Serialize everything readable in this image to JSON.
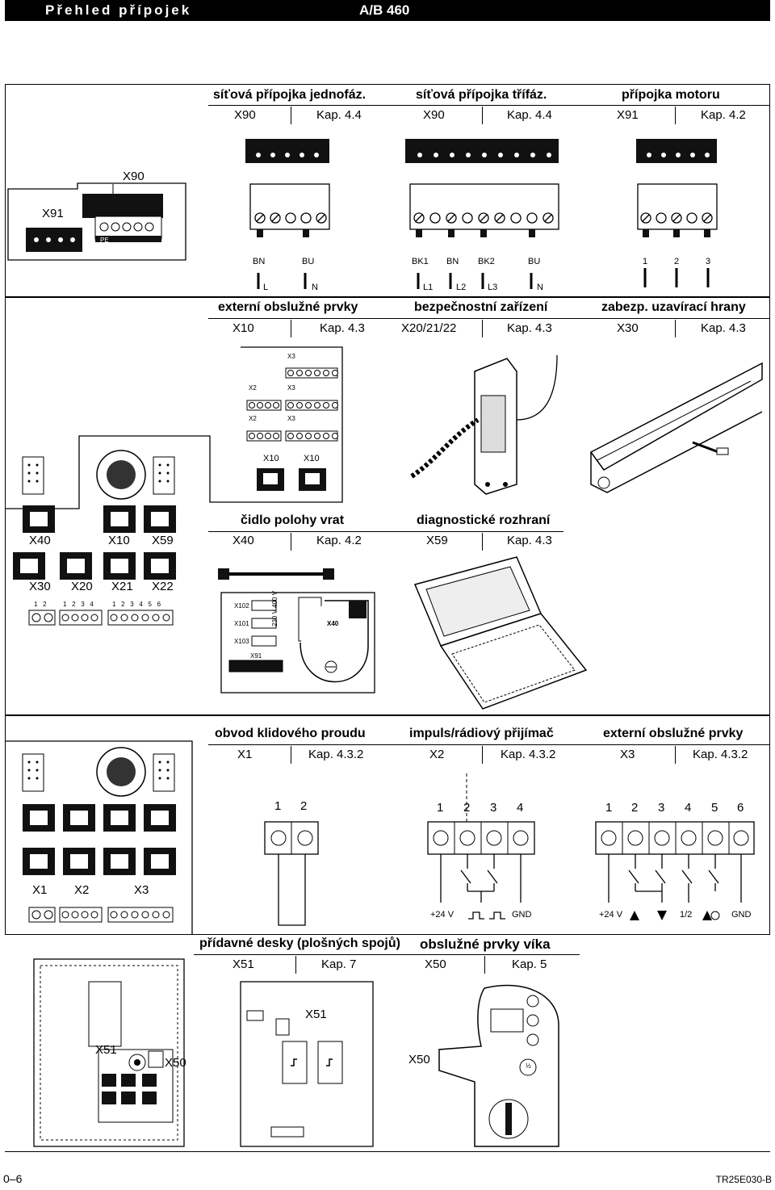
{
  "header": {
    "title": "Přehled přípojek",
    "code": "A/B 460"
  },
  "sec1": {
    "cols": [
      {
        "title": "síťová přípojka jednofáz.",
        "conn": "X90",
        "ref": "Kap. 4.4"
      },
      {
        "title": "síťová přípojka třífáz.",
        "conn": "X90",
        "ref": "Kap. 4.4"
      },
      {
        "title": "přípojka motoru",
        "conn": "X91",
        "ref": "Kap. 4.2"
      }
    ],
    "board_labels": {
      "x90": "X90",
      "x91": "X91",
      "pe": "PE"
    },
    "wires1": [
      "BN",
      "BU"
    ],
    "phases1": [
      "L",
      "N"
    ],
    "wires3": [
      "BK1",
      "BN",
      "BK2",
      "BU"
    ],
    "phases3": [
      "L1",
      "L2",
      "L3",
      "N"
    ],
    "motor_pins": [
      "1",
      "2",
      "3"
    ]
  },
  "sec2": {
    "cols": [
      {
        "title": "externí obslužné prvky",
        "conn": "X10",
        "ref": "Kap. 4.3"
      },
      {
        "title": "bezpečnostní zařízení",
        "conn": "X20/21/22",
        "ref": "Kap. 4.3"
      },
      {
        "title": "zabezp. uzavírací hrany",
        "conn": "X30",
        "ref": "Kap. 4.3"
      }
    ],
    "term_labels": {
      "x3": "X3",
      "x2": "X2",
      "x10": "X10"
    },
    "pins4": [
      "1",
      "2",
      "3",
      "4"
    ],
    "pins6": [
      "1",
      "2",
      "3",
      "4",
      "5",
      "6"
    ]
  },
  "sec3": {
    "cols": [
      {
        "title": "čidlo polohy vrat",
        "conn": "X40",
        "ref": "Kap. 4.2"
      },
      {
        "title": "diagnostické rozhraní",
        "conn": "X59",
        "ref": "Kap. 4.3"
      }
    ],
    "board": {
      "x40": "X40",
      "x10": "X10",
      "x59": "X59",
      "x30": "X30",
      "x20": "X20",
      "x21": "X21",
      "x22": "X22"
    },
    "pcb": {
      "x102": "X102",
      "x101": "X101",
      "x103": "X103",
      "x91": "X91",
      "voltage": "230 V 400 V",
      "x40": "X40"
    }
  },
  "sec4": {
    "cols": [
      {
        "title": "obvod klidového proudu",
        "conn": "X1",
        "ref": "Kap. 4.3.2"
      },
      {
        "title": "impuls/rádiový přijímač",
        "conn": "X2",
        "ref": "Kap. 4.3.2"
      },
      {
        "title": "externí obslužné prvky",
        "conn": "X3",
        "ref": "Kap. 4.3.2"
      }
    ],
    "board": {
      "x1": "X1",
      "x2": "X2",
      "x3": "X3"
    },
    "x1_pins": [
      "1",
      "2"
    ],
    "x2_pins": [
      "1",
      "2",
      "3",
      "4"
    ],
    "x3_pins": [
      "1",
      "2",
      "3",
      "4",
      "5",
      "6"
    ],
    "x2_bottom": {
      "v24": "+24 V",
      "gnd": "GND"
    },
    "x3_bottom": {
      "v24": "+24 V",
      "half": "1/2",
      "gnd": "GND"
    }
  },
  "sec5": {
    "cols": [
      {
        "title": "přídavné desky (plošných spojů)",
        "conn": "X51",
        "ref": "Kap. 7"
      },
      {
        "title": "obslužné prvky víka",
        "conn": "X50",
        "ref": "Kap. 5"
      }
    ],
    "board": {
      "x51": "X51",
      "x50": "X50"
    },
    "card_label": "X51",
    "lid_label": "X50",
    "half": "½"
  },
  "footer": {
    "page": "0–6",
    "doc": "TR25E030-B"
  }
}
